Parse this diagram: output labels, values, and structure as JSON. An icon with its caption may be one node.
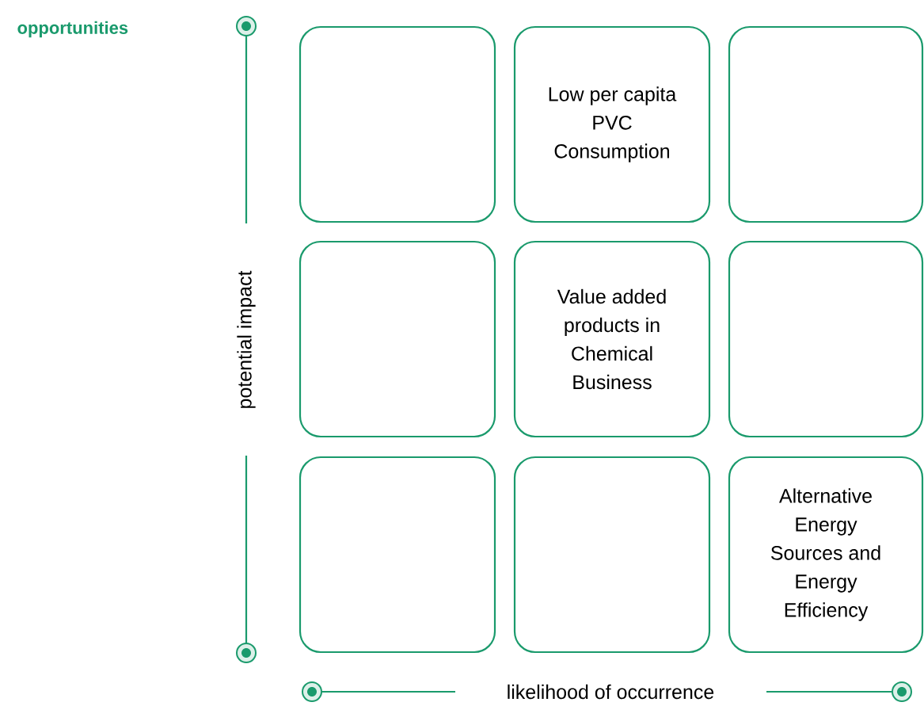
{
  "diagram": {
    "title": "opportunities",
    "nodes": [
      {
        "text": [],
        "shape": "box"
      },
      {
        "text": [
          "Low per capita PVC Consumption"
        ]
      },
      {
        "text": [],
        "shape": "box"
      },
      {
        "text": [],
        "shape": "box"
      },
      {
        "text": [
          "Value added products in Chemical Business"
        ]
      },
      {
        "text": [],
        "shape": "box"
      },
      {
        "text": [],
        "shape": "box"
      },
      {
        "text": [],
        "shape": "box"
      },
      {
        "text": [
          "Alternative Energy Sources and Energy Efficiency"
        ]
      }
    ],
    "labels": [
      "potential impact",
      "likelihood of occurrence"
    ]
  }
}
